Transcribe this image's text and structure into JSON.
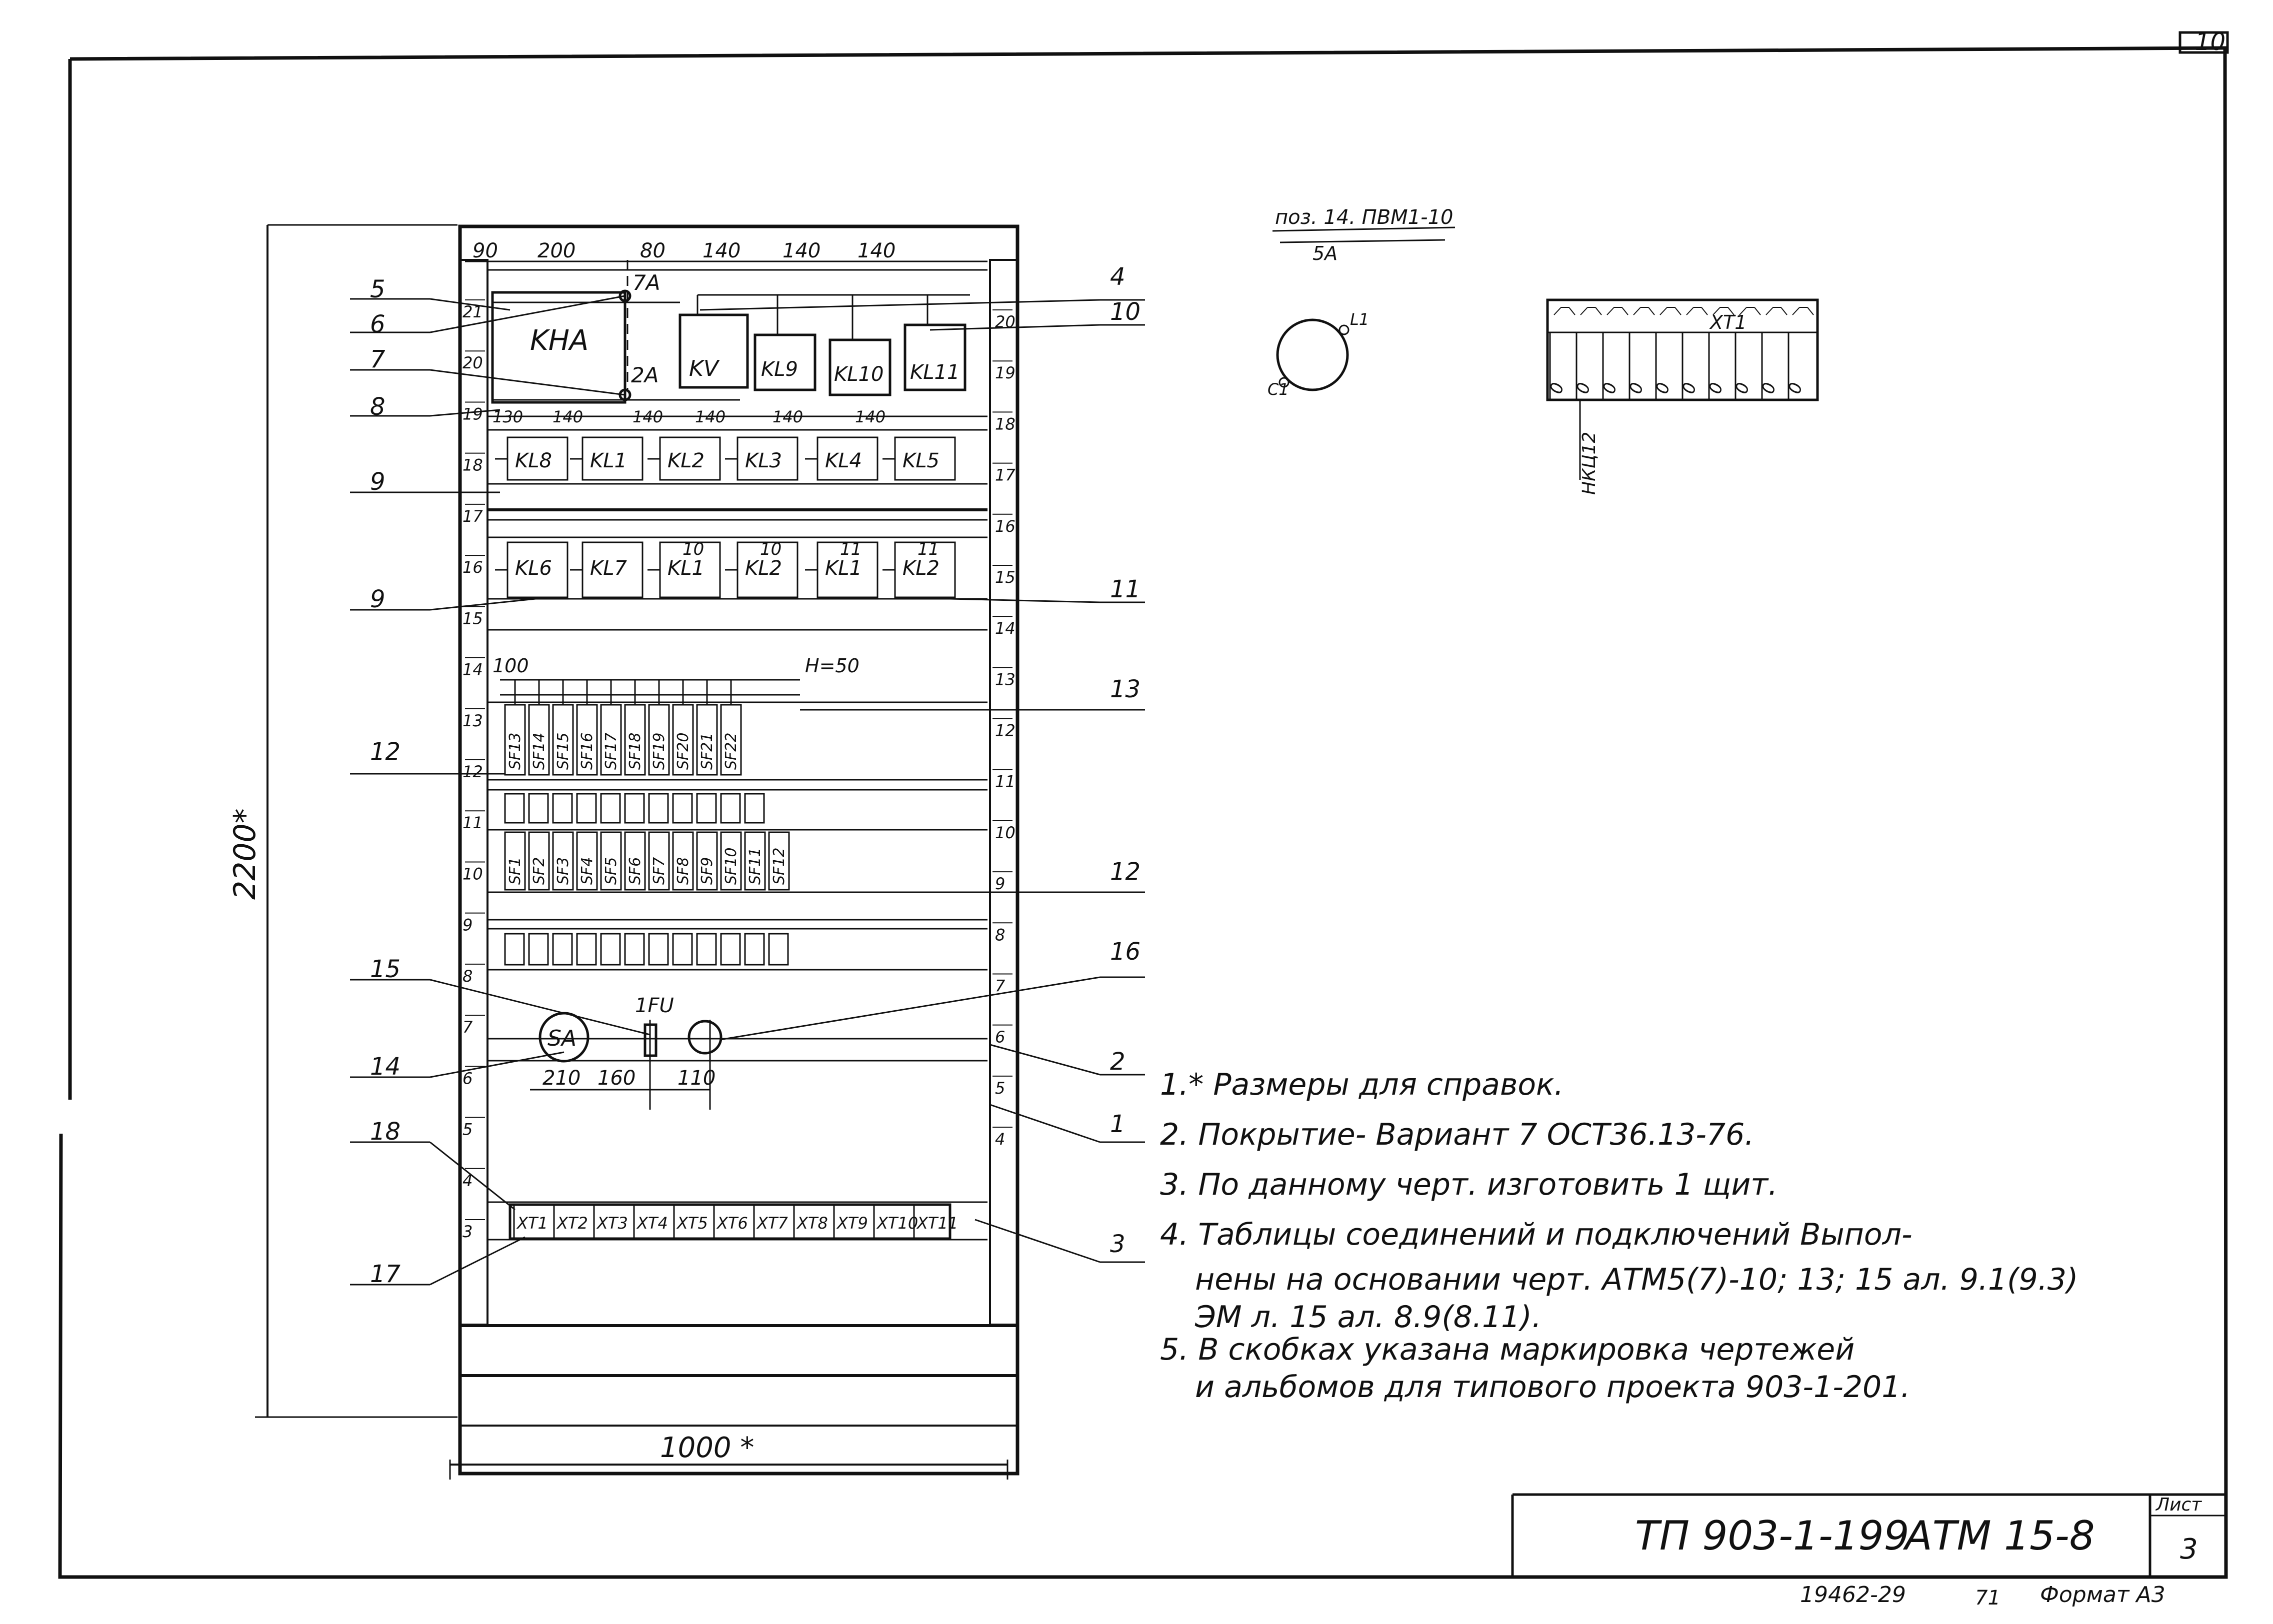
{
  "sheet_corner": "10",
  "cabinet": {
    "height_dim": "2200*",
    "width_dim": "1000 *",
    "top_dims": [
      "90",
      "200",
      "80",
      "140",
      "140",
      "140"
    ],
    "row1": {
      "pin_7A": "7A",
      "pin_2A": "2A",
      "kha": "KHA",
      "kv": "KV",
      "kl9": "KL9",
      "kl10": "KL10",
      "kl11": "KL11"
    },
    "row2_dims": [
      "130",
      "140",
      "140",
      "140",
      "140",
      "140"
    ],
    "row2": [
      "KL8",
      "KL1",
      "KL2",
      "KL3",
      "KL4",
      "KL5"
    ],
    "row3": [
      {
        "top": "",
        "bottom": "KL6"
      },
      {
        "top": "",
        "bottom": "KL7"
      },
      {
        "top": "10",
        "bottom": "KL1"
      },
      {
        "top": "10",
        "bottom": "KL2"
      },
      {
        "top": "11",
        "bottom": "KL1"
      },
      {
        "top": "11",
        "bottom": "KL2"
      }
    ],
    "sf_dim_left": "100",
    "sf_dim_right": "H=50",
    "sf_row1": [
      "SF13",
      "SF14",
      "SF15",
      "SF16",
      "SF17",
      "SF18",
      "SF19",
      "SF20",
      "SF21",
      "SF22"
    ],
    "sf_row2": [
      "SF1",
      "SF2",
      "SF3",
      "SF4",
      "SF5",
      "SF6",
      "SF7",
      "SF8",
      "SF9",
      "SF10",
      "SF11",
      "SF12"
    ],
    "instruments": {
      "sa": "SA",
      "fu": "1FU",
      "fu_dims": [
        "210",
        "160",
        "110"
      ]
    },
    "terminals": [
      "XT1",
      "XT2",
      "XT3",
      "XT4",
      "XT5",
      "XT6",
      "XT7",
      "XT8",
      "XT9",
      "XT10",
      "XT11"
    ],
    "rail_left": [
      "21",
      "20",
      "19",
      "18",
      "17",
      "16",
      "15",
      "14",
      "13",
      "12",
      "11",
      "10",
      "9",
      "8",
      "7",
      "6",
      "5",
      "4",
      "3"
    ],
    "rail_right": [
      "20",
      "19",
      "18",
      "17",
      "16",
      "15",
      "14",
      "13",
      "12",
      "11",
      "10",
      "9",
      "8",
      "7",
      "6",
      "5",
      "4"
    ]
  },
  "callouts_left": [
    "5",
    "6",
    "7",
    "8",
    "9",
    "9",
    "12",
    "15",
    "14",
    "18",
    "17"
  ],
  "callouts_right": [
    "4",
    "10",
    "11",
    "13",
    "12",
    "16",
    "2",
    "1",
    "3"
  ],
  "detail_wire": {
    "label": "поз. 14. ПВМ1-10",
    "sub": "5А",
    "l1": "L1",
    "c1": "С1"
  },
  "terminal_detail": {
    "title": "XT1",
    "side_label": "НКЦ12",
    "cells": [
      "0",
      "0",
      "0",
      "0",
      "0",
      "0",
      "0",
      "0",
      "0",
      "0"
    ]
  },
  "notes": [
    "1.* Размеры для справок.",
    "2. Покрытие- Вариант 7 ОСТ36.13-76.",
    "3. По данному черт. изготовить 1 щит.",
    "4. Таблицы соединений и подключений Выпол-",
    "нены на основании черт. АТМ5(7)-10; 13; 15 ал. 9.1(9.3)",
    "ЭМ л. 15 ал. 8.9(8.11).",
    "5. В скобках указана маркировка чертежей",
    "и альбомов для типового проекта 903-1-201."
  ],
  "title_block": {
    "project": "ТП 903-1-199",
    "code": "АТМ 15-8",
    "sheet_label": "Лист",
    "sheet_no": "3",
    "footer_left": "19462-29",
    "footer_mid": "71",
    "footer_right": "Формат А3"
  }
}
